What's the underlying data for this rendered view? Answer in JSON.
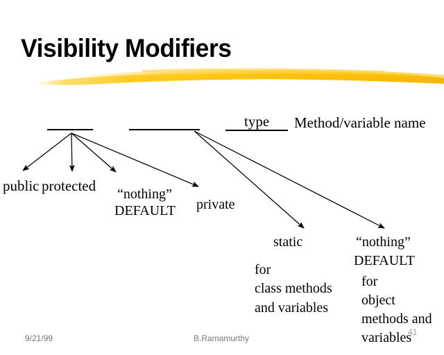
{
  "slide": {
    "title": "Visibility Modifiers",
    "accent_color": "#FFC915",
    "text_color": "#000000",
    "background_color": "#FFFFFF",
    "footer_color": "#7A7A72"
  },
  "signature_line": {
    "blank_1_caption": "",
    "blank_2_caption": "",
    "blank_3_caption": "type",
    "trailing_text": "Method/variable name"
  },
  "visibility_options": [
    {
      "label": "public"
    },
    {
      "label": "protected"
    },
    {
      "label": "“nothing”"
    },
    {
      "label": "DEFAULT"
    },
    {
      "label": "private"
    }
  ],
  "modifier_options": {
    "static": {
      "name": "static",
      "line1": "for",
      "line2": "class methods",
      "line3": "and variables"
    },
    "default": {
      "name": "“nothing”",
      "subtitle": "DEFAULT",
      "line1": "for",
      "line2": "object",
      "line3": "methods and",
      "line4": "variables"
    }
  },
  "footer": {
    "date": "9/21/99",
    "author": "B.Ramamurthy",
    "page_number": "41"
  }
}
